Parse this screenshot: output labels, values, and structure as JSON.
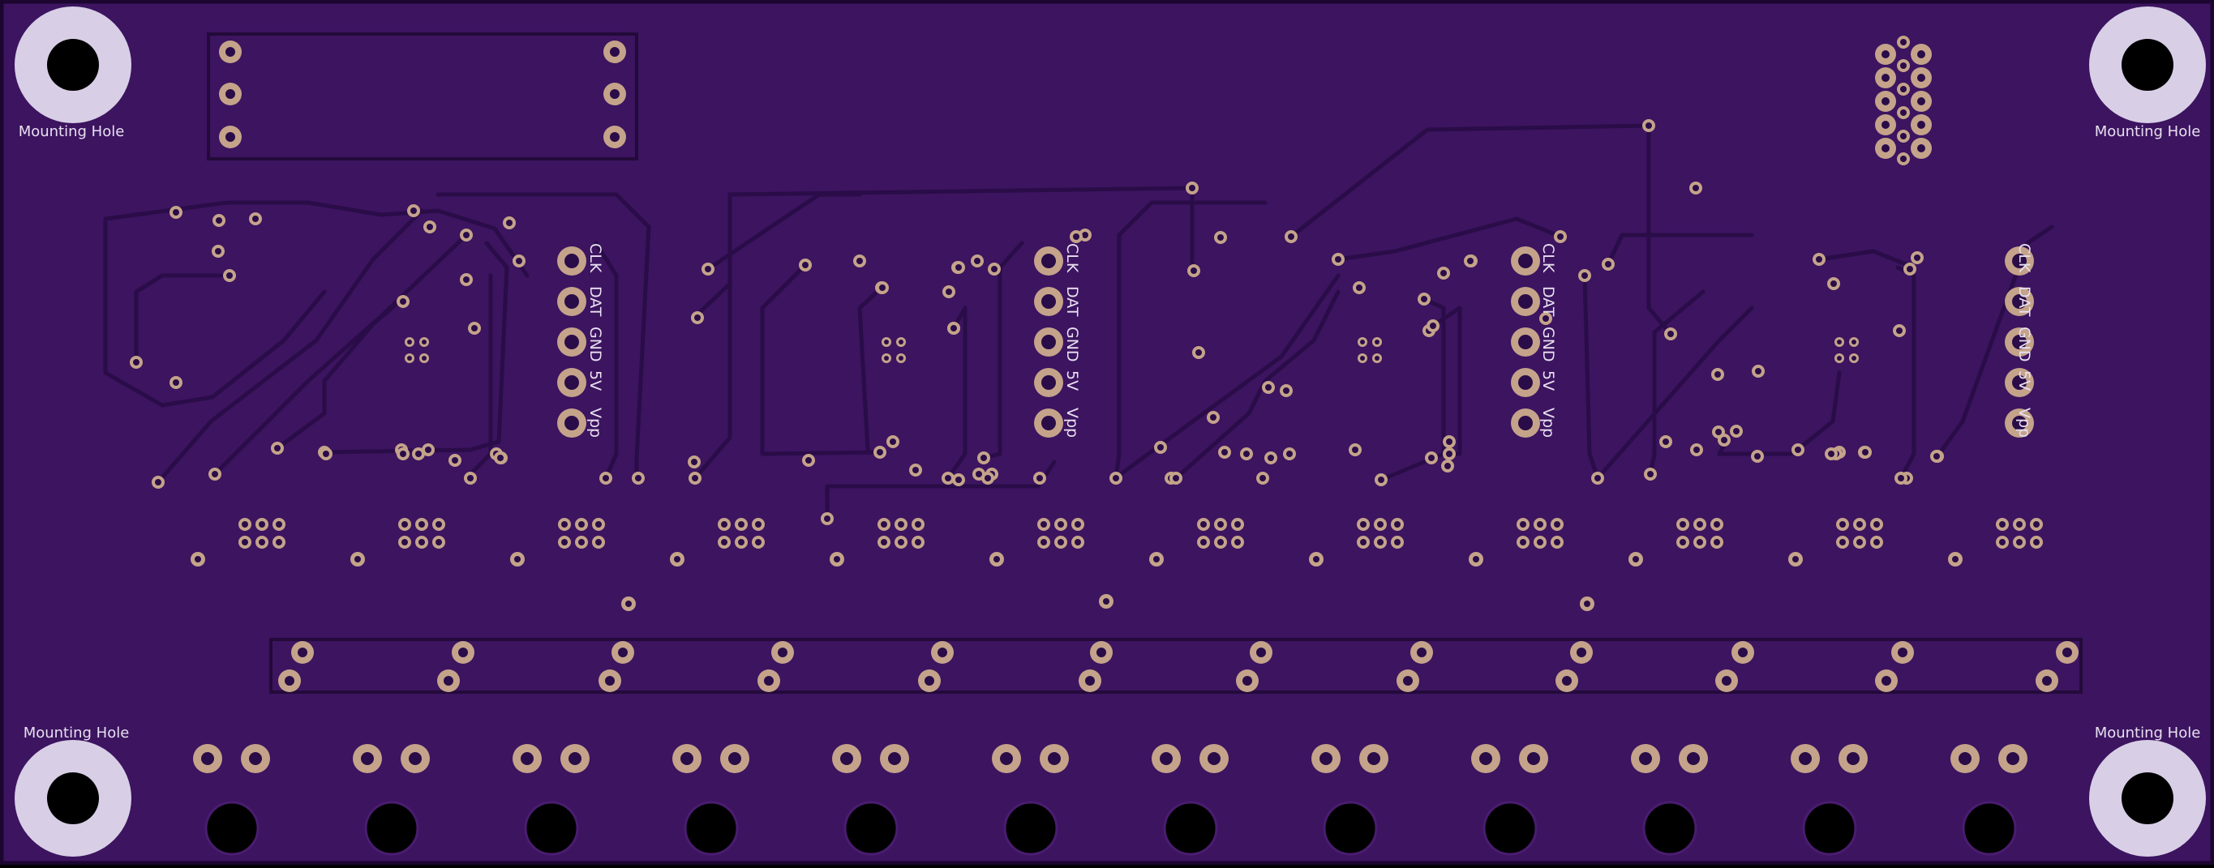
{
  "board": {
    "mounting_hole_label": "Mounting Hole",
    "headers": [
      {
        "labels": [
          "CLK",
          "DAT",
          "GND",
          "5V",
          "Vpp"
        ]
      },
      {
        "labels": [
          "CLK",
          "DAT",
          "GND",
          "5V",
          "Vpp"
        ]
      },
      {
        "labels": [
          "CLK",
          "DAT",
          "GND",
          "5V",
          "Vpp"
        ]
      },
      {
        "labels": [
          "CLK",
          "DAT",
          "GND",
          "5V",
          "Vpp"
        ]
      }
    ],
    "colors": {
      "substrate": "#3c1460",
      "trace": "#2a0c48",
      "pad": "#c4a38a",
      "hole": "#000000",
      "mount_ring": "#d8cfe6",
      "silkscreen": "#e8e0f0"
    }
  }
}
